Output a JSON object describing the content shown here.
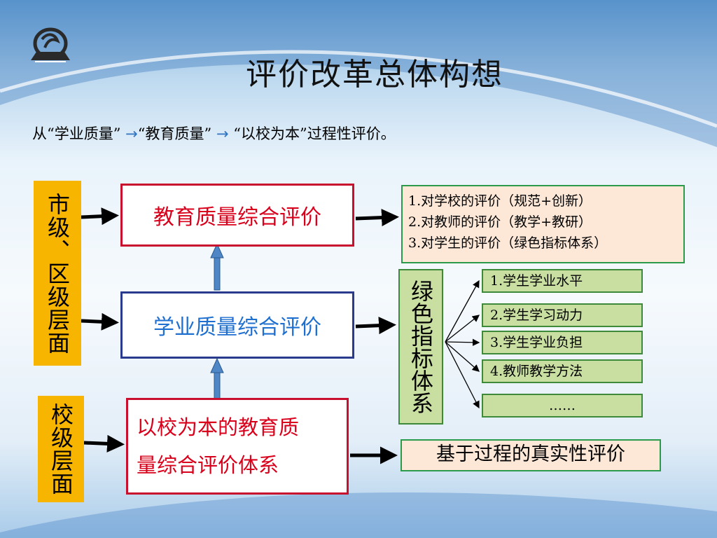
{
  "title": "评价改革总体构想",
  "subtitle": {
    "part1": "从“学业质量”",
    "part2": "“教育质量”",
    "part3": "“以校为本”过程性评价。"
  },
  "lanes": {
    "city_district": "市级、区级层面",
    "school": "校级层面"
  },
  "boxes": {
    "edu_quality": "教育质量综合评价",
    "academic_quality": "学业质量综合评价",
    "school_based_line1": "以校为本的教育质",
    "school_based_line2": "量综合评价体系"
  },
  "evaluation_list": [
    "1.对学校的评价（规范+创新）",
    "2.对教师的评价（教学+教研）",
    "3.对学生的评价（绿色指标体系）"
  ],
  "green_system": "绿色指标体系",
  "green_items": [
    "1.学生学业水平",
    "2.学生学习动力",
    "3.学生学业负担",
    "4.教师教学方法",
    "……"
  ],
  "process_eval": "基于过程的真实性评价"
}
